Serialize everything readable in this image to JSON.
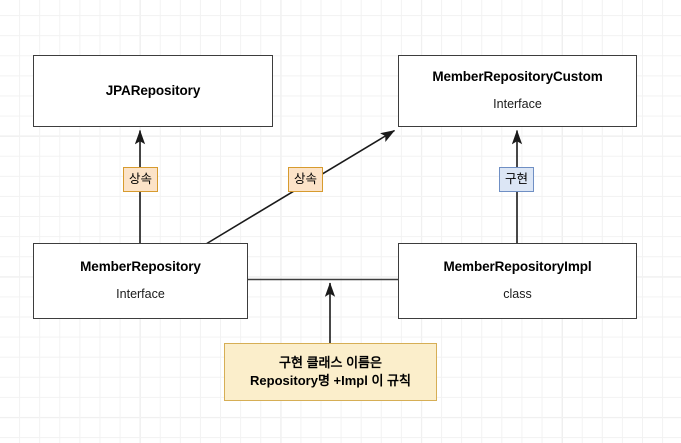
{
  "diagram": {
    "background": "grid-canvas",
    "colors": {
      "node_border": "#3d3d3d",
      "node_fill": "#ffffff",
      "edge": "#1a1a1a",
      "inherit_label_fill": "#fce3c8",
      "inherit_label_border": "#d79b2e",
      "implement_label_fill": "#dce6f5",
      "implement_label_border": "#6f8fc4",
      "note_fill": "#fbeecb",
      "note_border": "#d6ae55"
    },
    "nodes": [
      {
        "id": "jpa-repository",
        "title": "JPARepository",
        "stereotype": ""
      },
      {
        "id": "member-repository-custom",
        "title": "MemberRepositoryCustom",
        "stereotype": "Interface"
      },
      {
        "id": "member-repository",
        "title": "MemberRepository",
        "stereotype": "Interface"
      },
      {
        "id": "member-repository-impl",
        "title": "MemberRepositoryImpl",
        "stereotype": "class"
      }
    ],
    "edge_labels": [
      {
        "id": "inherit-jpa",
        "text": "상속",
        "kind": "inherit"
      },
      {
        "id": "inherit-custom",
        "text": "상속",
        "kind": "inherit"
      },
      {
        "id": "implement-custom",
        "text": "구현",
        "kind": "implement"
      }
    ],
    "note": {
      "line1": "구현 클래스 이름은",
      "line2": "Repository명 +Impl 이 규칙"
    }
  }
}
